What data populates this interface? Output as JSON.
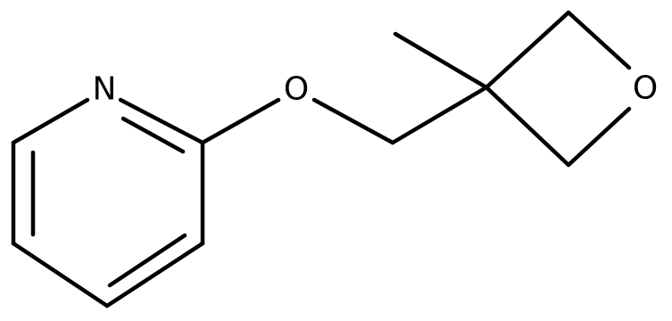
{
  "molecule": {
    "atoms": {
      "pyridine_n": "N",
      "ether_o": "O",
      "oxetane_o": "O"
    }
  },
  "colors": {
    "bond": "#000000",
    "label": "#000000",
    "background": "#ffffff"
  }
}
